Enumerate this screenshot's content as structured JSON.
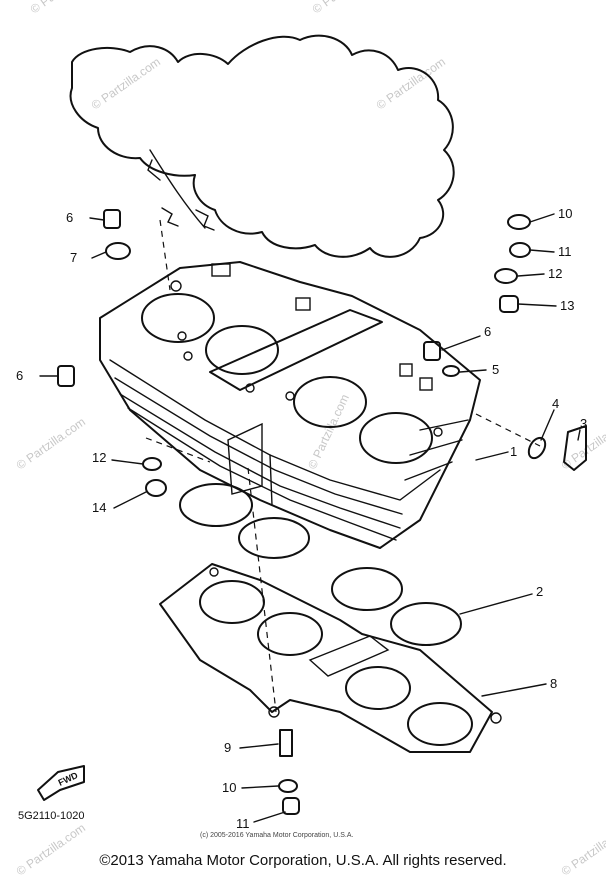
{
  "watermark": {
    "text": "© Partzilla.com",
    "marks": [
      "© Partzilla.com",
      "© Partzilla.com",
      "© Partzilla.com",
      "© Partzilla.com",
      "© Partzilla.com",
      "© Partzilla.com",
      "© Partzilla.com",
      "© Partzilla.com",
      "© Partzilla.com"
    ]
  },
  "callouts": [
    "10",
    "11",
    "12",
    "13",
    "6",
    "7",
    "6",
    "6",
    "5",
    "4",
    "3",
    "1",
    "12",
    "14",
    "2",
    "8",
    "9",
    "10",
    "11"
  ],
  "fig_code": "5G2110-1020",
  "front_arrow_label": "FWD",
  "small_copyright": "(c) 2005-2016 Yamaha Motor Corporation, U.S.A.",
  "footer": "©2013 Yamaha Motor Corporation, U.S.A. All rights reserved."
}
